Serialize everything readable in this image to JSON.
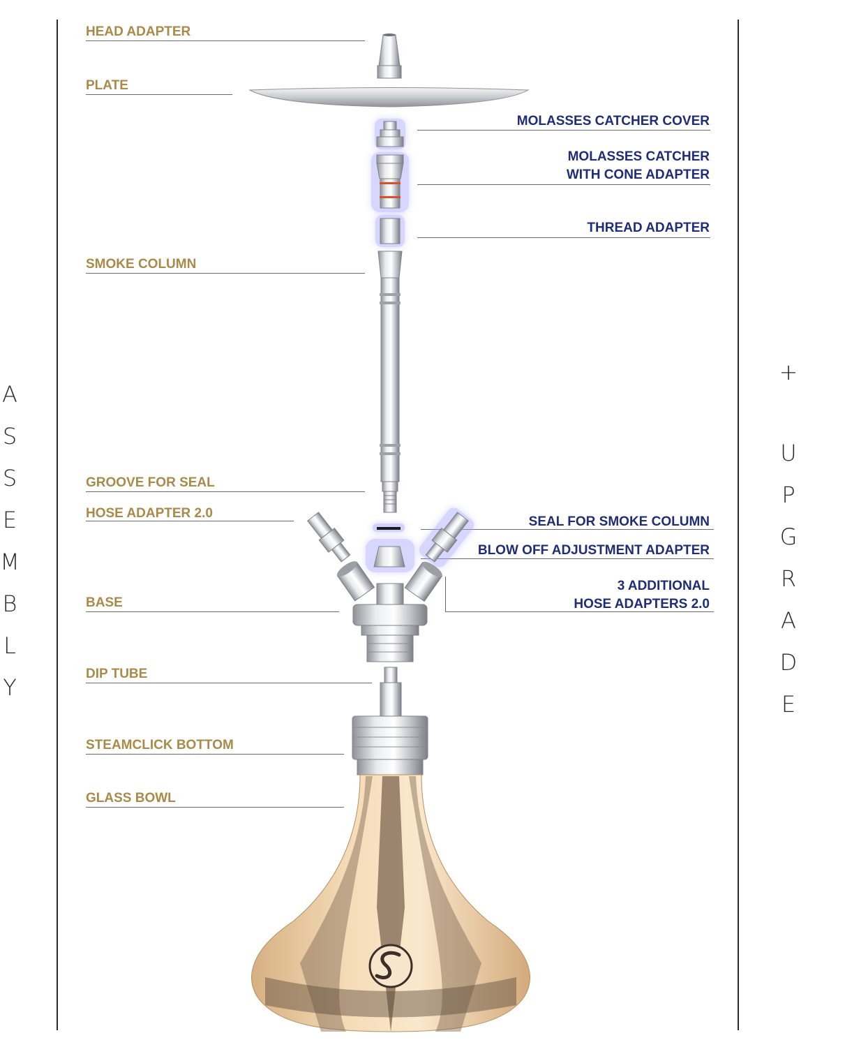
{
  "side_left": {
    "letters": [
      "A",
      "S",
      "S",
      "E",
      "M",
      "B",
      "L",
      "Y"
    ]
  },
  "side_right": {
    "plus": "+",
    "letters": [
      "U",
      "P",
      "G",
      "R",
      "A",
      "D",
      "E"
    ]
  },
  "labels_assembly": {
    "head_adapter": "HEAD ADAPTER",
    "plate": "PLATE",
    "smoke_column": "SMOKE COLUMN",
    "groove_for_seal": "GROOVE FOR SEAL",
    "hose_adapter": "HOSE ADAPTER 2.0",
    "base": "BASE",
    "dip_tube": "DIP TUBE",
    "steamclick_bottom": "STEAMCLICK BOTTOM",
    "glass_bowl": "GLASS BOWL"
  },
  "labels_upgrade": {
    "molasses_catcher_cover": "MOLASSES CATCHER COVER",
    "molasses_catcher_line1": "MOLASSES CATCHER",
    "molasses_catcher_line2": "WITH CONE ADAPTER",
    "thread_adapter": "THREAD ADAPTER",
    "seal_for_smoke_column": "SEAL FOR SMOKE COLUMN",
    "blow_off_adjustment_adapter": "BLOW OFF ADJUSTMENT ADAPTER",
    "additional_hose_line1": "3 ADDITIONAL",
    "additional_hose_line2": "HOSE ADAPTERS 2.0"
  },
  "colors": {
    "assembly_text": "#a98a48",
    "upgrade_text": "#1f2c78",
    "glow": "#8f8cff",
    "metal": "#c9ccd1",
    "bowl": "#e8c59a",
    "bowl_stripe": "#6e5a45"
  },
  "icons": [
    "steamulation-logo-icon"
  ]
}
